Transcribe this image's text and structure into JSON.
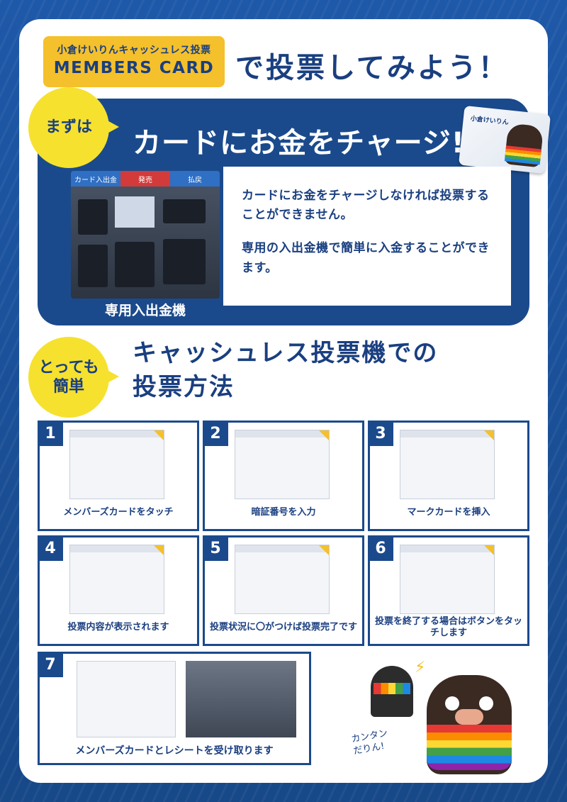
{
  "header": {
    "brand_sub": "小倉けいりんキャッシュレス投票",
    "brand_main": "MEMBERS CARD",
    "headline": "で投票してみよう！"
  },
  "charge": {
    "bubble": "まずは",
    "title": "カードにお金をチャージ!!",
    "card_name": "小倉けいりん",
    "machine_tabs": [
      "カード入出金",
      "発売",
      "払戻"
    ],
    "machine_caption": "専用入出金機",
    "text_1": "カードにお金をチャージしなければ投票することができません。",
    "text_2": "専用の入出金機で簡単に入金することができます。"
  },
  "easy": {
    "bubble_line1": "とっても",
    "bubble_line2": "簡単",
    "title_line1": "キャッシュレス投票機での",
    "title_line2": "投票方法"
  },
  "steps": [
    {
      "num": "1",
      "label": "メンバーズカードをタッチ"
    },
    {
      "num": "2",
      "label": "暗証番号を入力"
    },
    {
      "num": "3",
      "label": "マークカードを挿入"
    },
    {
      "num": "4",
      "label": "投票内容が表示されます"
    },
    {
      "num": "5",
      "label": "投票状況に〇がつけば投票完了です"
    },
    {
      "num": "6",
      "label": "投票を終了する場合はボタンをタッチします"
    },
    {
      "num": "7",
      "label": "メンバーズカードとレシートを受け取ります"
    }
  ],
  "mascot": {
    "speech_line1": "カンタン",
    "speech_line2": "だりん!"
  },
  "colors": {
    "navy": "#1b4a8c",
    "yellow": "#f6e12e",
    "gold": "#f4c02b"
  }
}
